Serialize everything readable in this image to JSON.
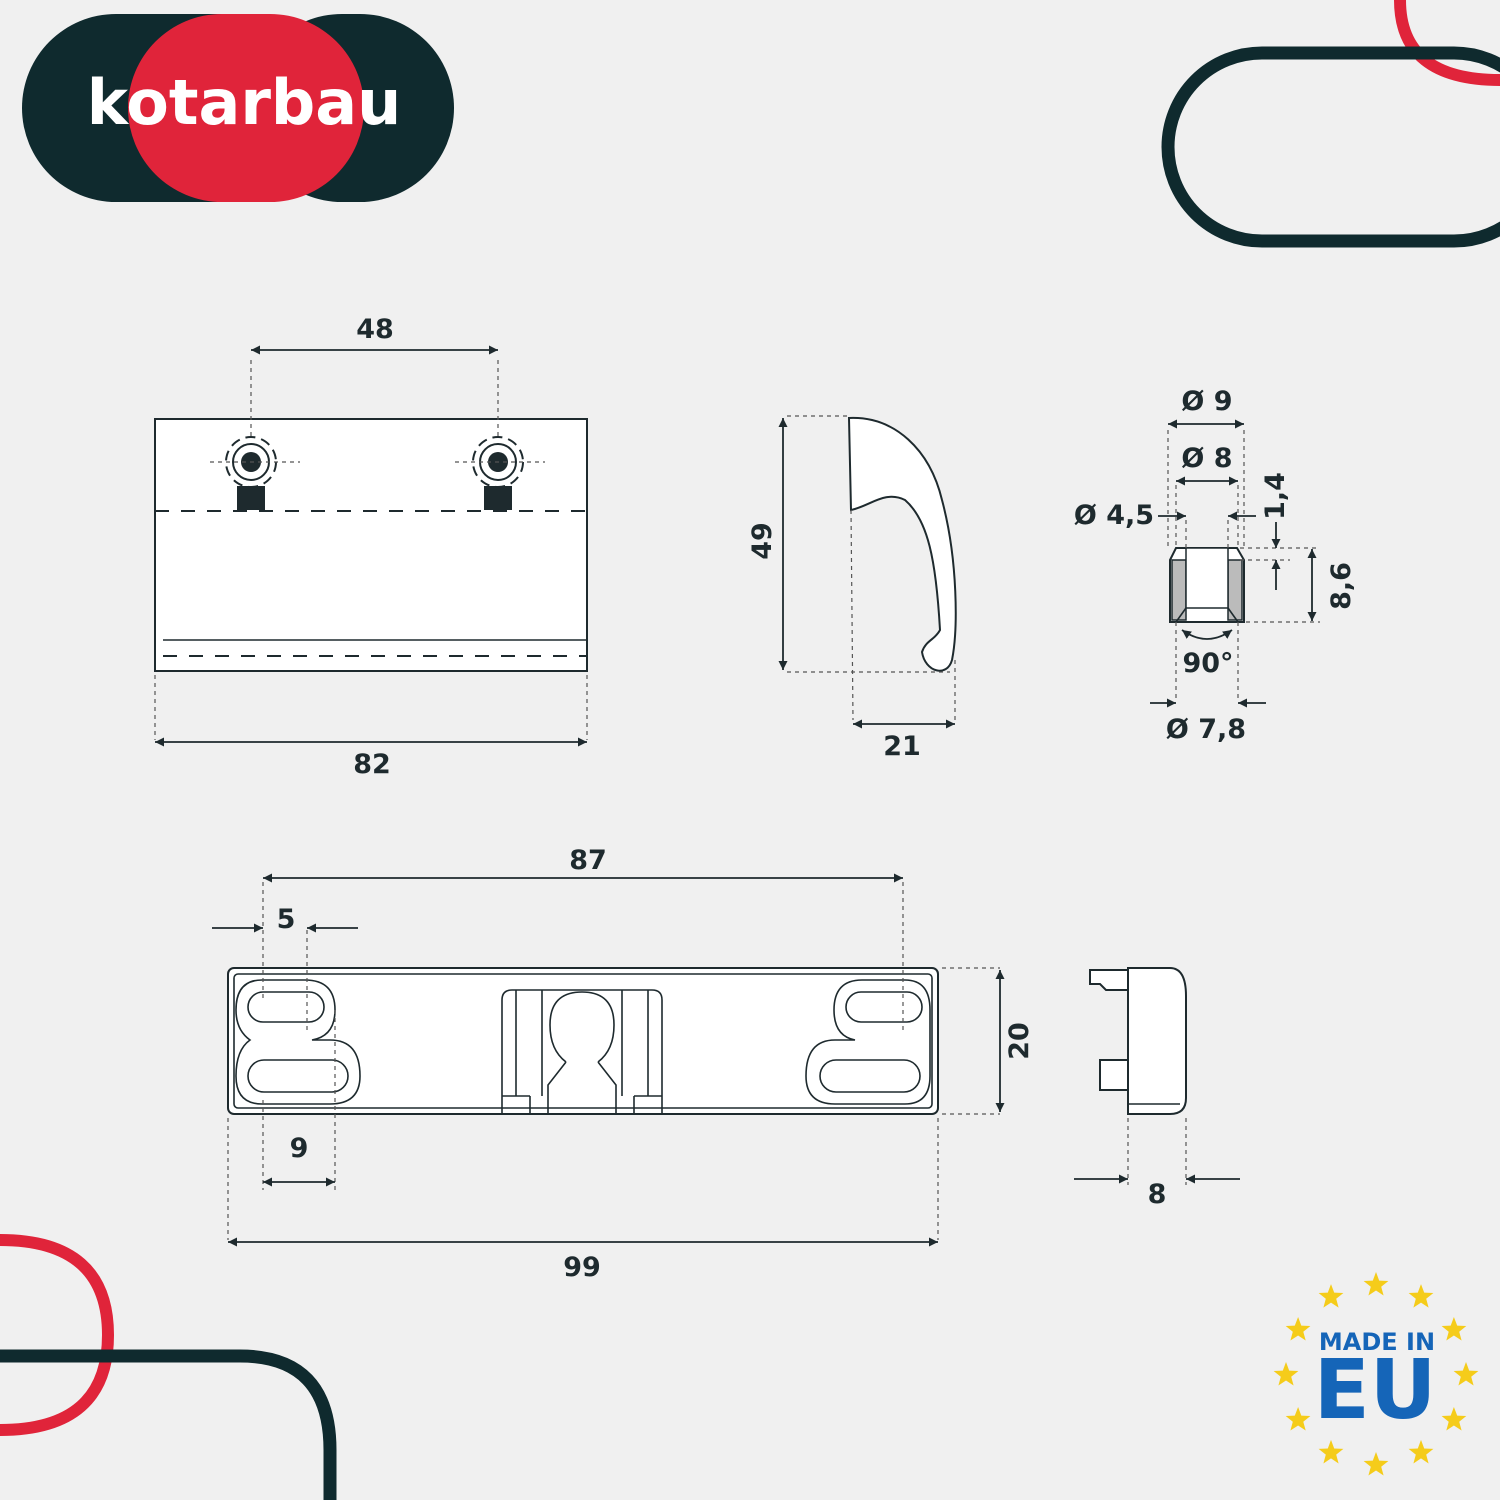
{
  "brand": {
    "name": "kotarbau",
    "color_dark": "#0f2a2e",
    "color_red": "#e0243a"
  },
  "badge": {
    "line1": "MADE IN",
    "line2": "EU",
    "star_color": "#f5cc1a",
    "text_color": "#1565b8"
  },
  "dimensions": {
    "handle_front": {
      "hole_spacing": "48",
      "width": "82"
    },
    "handle_side": {
      "height": "49",
      "depth": "21"
    },
    "insert": {
      "outer_top": "Ø 9",
      "inner_top": "Ø 8",
      "bore": "Ø 4,5",
      "step": "1,4",
      "height": "8,6",
      "angle": "90°",
      "outer_bottom": "Ø 7,8"
    },
    "base_front": {
      "slot_spacing": "87",
      "edge": "5",
      "slot": "9",
      "length": "99",
      "height": "20"
    },
    "base_side": {
      "depth": "8"
    }
  }
}
